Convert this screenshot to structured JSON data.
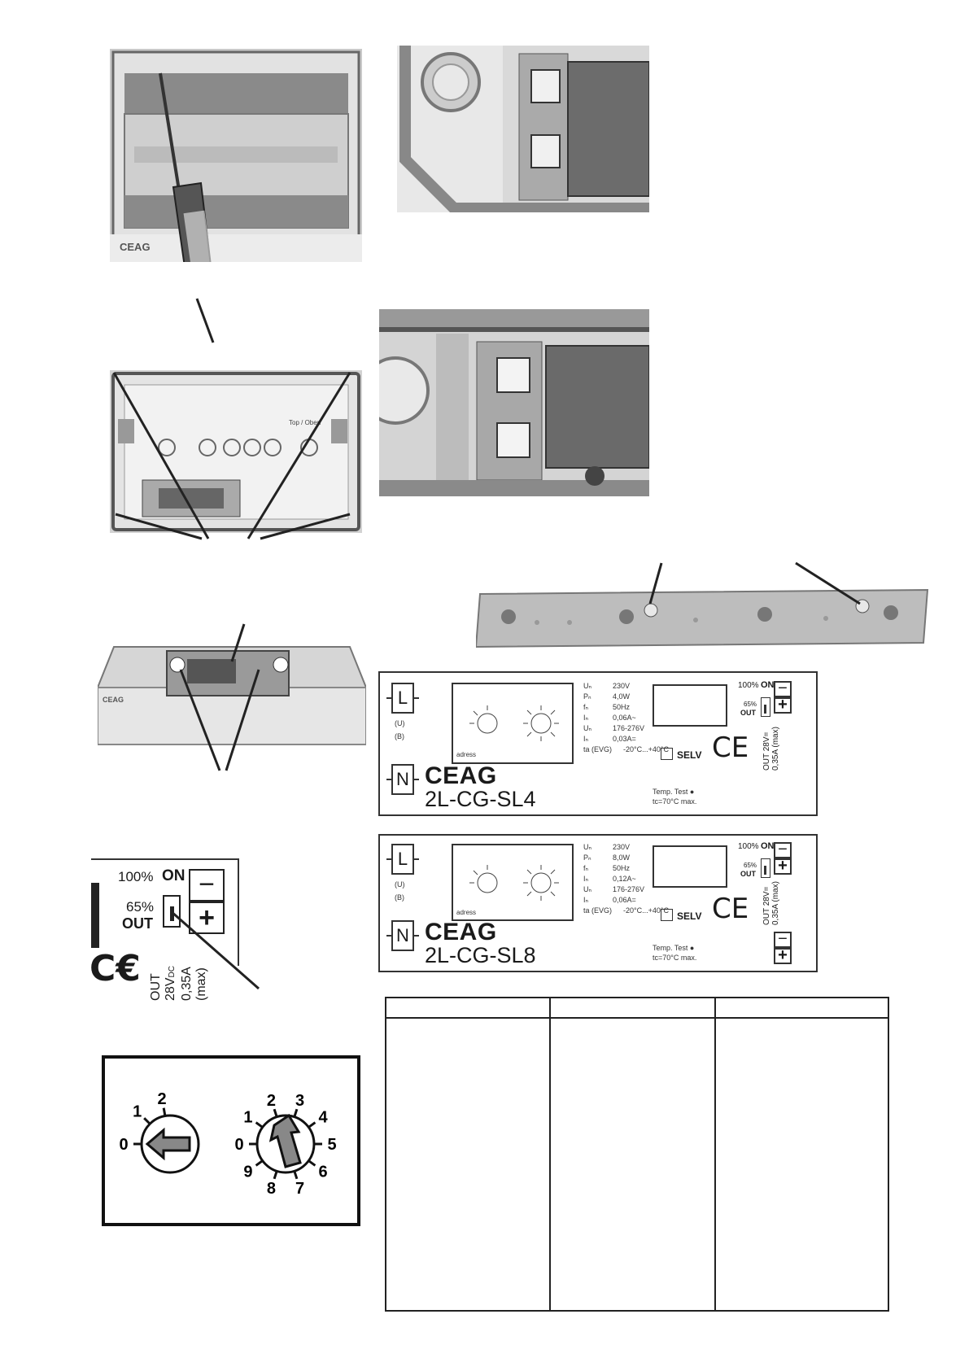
{
  "photos": {
    "top_left": {
      "brand": "CEAG"
    },
    "bottom_left": {
      "brand": "CEAG"
    },
    "middle_left": {
      "label_top": "Top / Oben"
    }
  },
  "label_sl4": {
    "terminal_l": "L",
    "terminal_n": "N",
    "sub_u": "(U)",
    "sub_b": "(B)",
    "adress": "adress",
    "specs": [
      [
        "Uₙ",
        "230V"
      ],
      [
        "Pₙ",
        "4,0W"
      ],
      [
        "fₙ",
        "50Hz"
      ],
      [
        "Iₙ",
        "0,06A~"
      ],
      [
        "Uₙ",
        "176-276V"
      ],
      [
        "Iₙ",
        "0,03A="
      ],
      [
        "ta (EVG)",
        "-20°C...+40°C"
      ]
    ],
    "selv": "SELV",
    "ce": "CE",
    "brand": "CEAG",
    "model": "2L-CG-SL4",
    "pct100": "100%",
    "on": "ON",
    "pct65": "65%",
    "out": "OUT",
    "out_rating": "OUT 28V= 0,35A (max)",
    "temp_test": "Temp. Test ●",
    "temp_max": "tc=70°C max.",
    "minus": "−",
    "plus": "+"
  },
  "label_sl8": {
    "terminal_l": "L",
    "terminal_n": "N",
    "sub_u": "(U)",
    "sub_b": "(B)",
    "adress": "adress",
    "specs": [
      [
        "Uₙ",
        "230V"
      ],
      [
        "Pₙ",
        "8,0W"
      ],
      [
        "fₙ",
        "50Hz"
      ],
      [
        "Iₙ",
        "0,12A~"
      ],
      [
        "Uₙ",
        "176-276V"
      ],
      [
        "Iₙ",
        "0,06A="
      ],
      [
        "ta (EVG)",
        "-20°C...+40°C"
      ]
    ],
    "selv": "SELV",
    "ce": "CE",
    "brand": "CEAG",
    "model": "2L-CG-SL8",
    "pct100": "100%",
    "on": "ON",
    "pct65": "65%",
    "out": "OUT",
    "out_rating": "OUT 28V= 0,35A (max)",
    "temp_test": "Temp. Test ●",
    "temp_max": "tc=70°C max.",
    "minus": "−",
    "plus": "+"
  },
  "zoom_switch": {
    "pct100": "100%",
    "on": "ON",
    "pct65": "65%",
    "out": "OUT",
    "out_line1": "OUT",
    "out_line2": "28V",
    "out_line2_sub": "DC",
    "out_line3": "0,35A",
    "out_line4": "(max)",
    "minus": "−",
    "plus": "+",
    "ce": "C€"
  },
  "dials": {
    "left_digits": [
      "0",
      "1",
      "2"
    ],
    "right_digits": [
      "0",
      "1",
      "2",
      "3",
      "4",
      "5",
      "6",
      "7",
      "8",
      "9"
    ]
  }
}
